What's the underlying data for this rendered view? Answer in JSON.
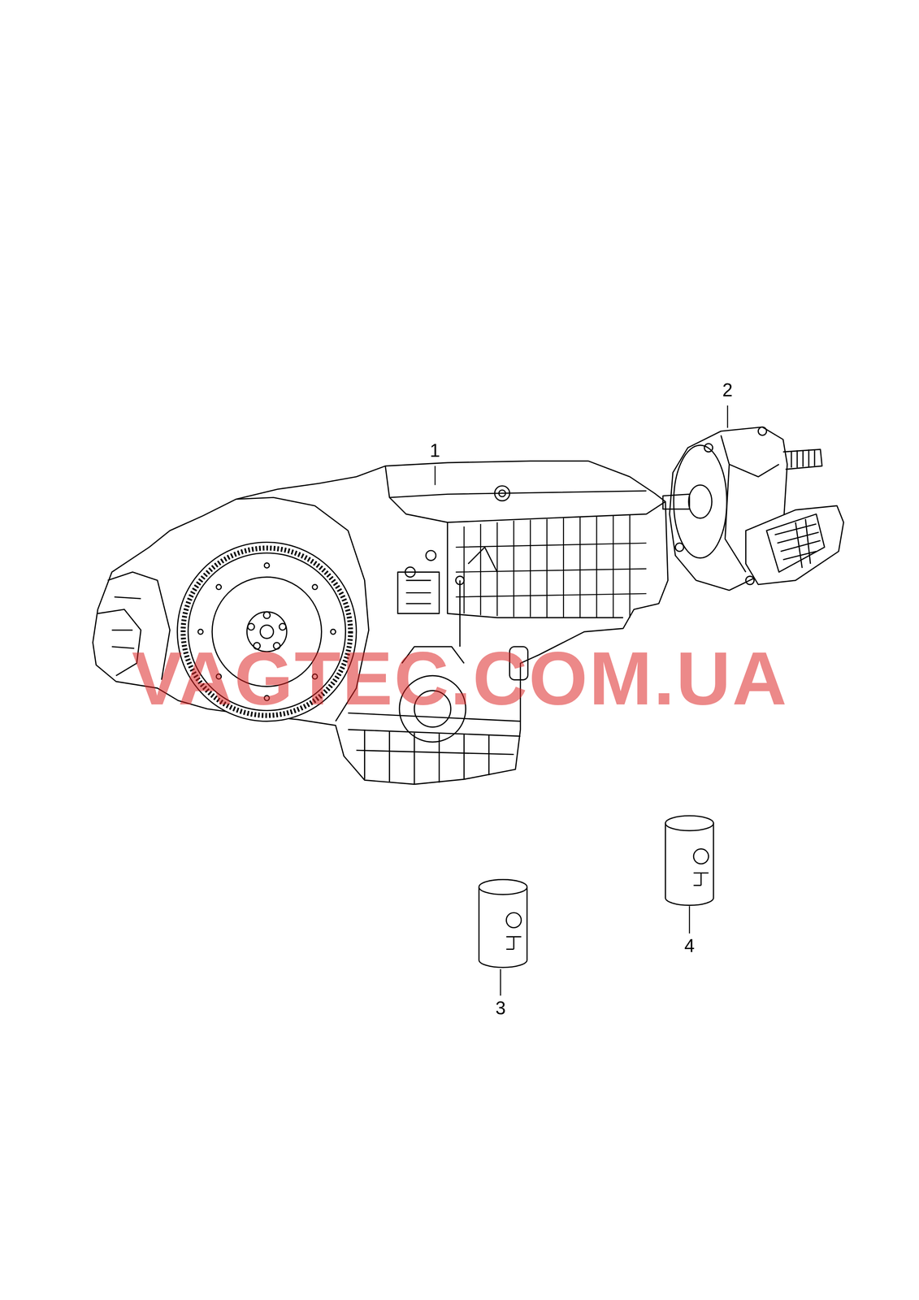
{
  "diagram": {
    "labels": [
      "1",
      "2",
      "3",
      "4",
      "VAGTEC.COM.UA"
    ]
  }
}
